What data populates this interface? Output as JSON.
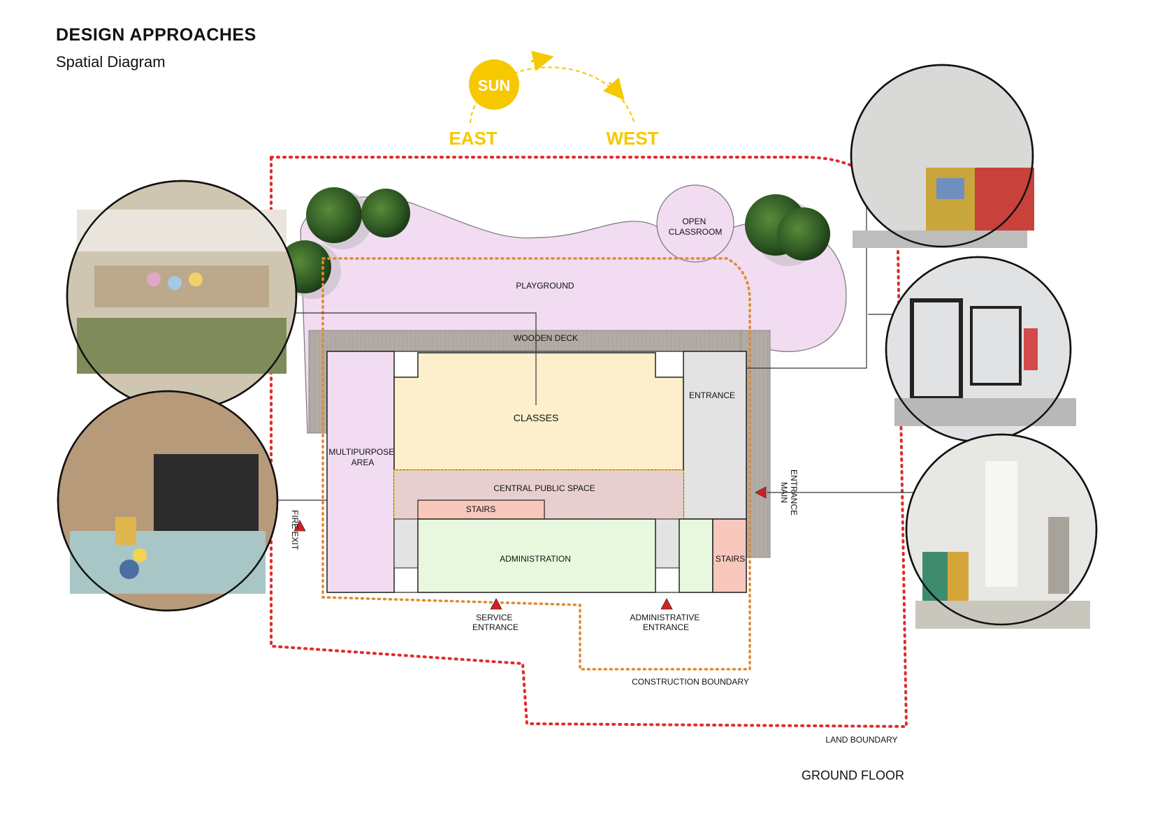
{
  "header": {
    "title": "DESIGN APPROACHES",
    "subtitle": "Spatial Diagram"
  },
  "sun": {
    "label": "SUN",
    "east": "EAST",
    "west": "WEST"
  },
  "zones": {
    "open_classroom": [
      "OPEN",
      "CLASSROOM"
    ],
    "playground": "PLAYGROUND",
    "wooden_deck": "WOODEN DECK",
    "multipurpose": [
      "MULTIPURPOSE",
      "AREA"
    ],
    "classes": "CLASSES",
    "entrance": "ENTRANCE",
    "central_public_space": "CENTRAL PUBLIC SPACE",
    "stairs_main": "STAIRS",
    "administration": "ADMINISTRATION",
    "stairs_side": "STAIRS"
  },
  "entrances": {
    "fire_exit": "FIRE EXIT",
    "main_entrance": [
      "MAIN",
      "ENTRANCE"
    ],
    "service_entrance": [
      "SERVICE",
      "ENTRANCE"
    ],
    "administrative_entrance": [
      "ADMINISTRATIVE",
      "ENTRANCE"
    ]
  },
  "boundaries": {
    "construction": "CONSTRUCTION BOUNDARY",
    "land": "LAND BOUNDARY"
  },
  "floor_label": "GROUND FLOOR",
  "colors": {
    "playground": "#f1dcf1",
    "deck": "#b3aba5",
    "classes": "#fdefcc",
    "entrance": "#e3e3e3",
    "central": "#e8cfcf",
    "stairs": "#f8c8bd",
    "administration": "#e8f8df",
    "land_boundary": "#e02a2a",
    "construction_boundary": "#e08a30",
    "sun": "#f5c800"
  }
}
